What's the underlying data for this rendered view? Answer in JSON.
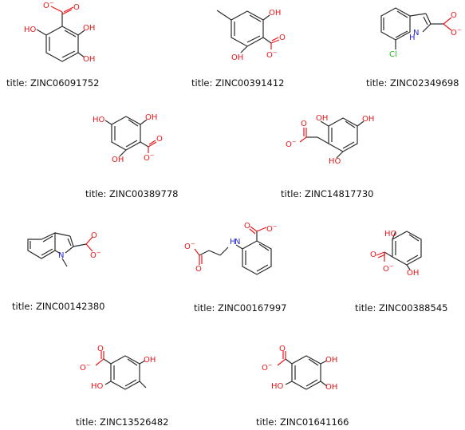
{
  "colors": {
    "bond": "#2b2b2b",
    "oxygen": "#e8171a",
    "nitrogen": "#2b2bd0",
    "chlorine": "#22bb22"
  },
  "atoms": {
    "OH": "OH",
    "HO": "HO",
    "O": "O",
    "Ominus": "O⁻",
    "Nminus": "N",
    "NH": "H",
    "N": "N",
    "H": "H",
    "Cl": "Cl"
  },
  "molecules": [
    {
      "title": "title: ZINC06091752"
    },
    {
      "title": "title: ZINC00391412"
    },
    {
      "title": "title: ZINC02349698"
    },
    {
      "title": "title: ZINC00389778"
    },
    {
      "title": "title: ZINC14817730"
    },
    {
      "title": "title: ZINC00142380"
    },
    {
      "title": "title: ZINC00167997"
    },
    {
      "title": "title: ZINC00388545"
    },
    {
      "title": "title: ZINC13526482"
    },
    {
      "title": "title: ZINC01641166"
    }
  ]
}
